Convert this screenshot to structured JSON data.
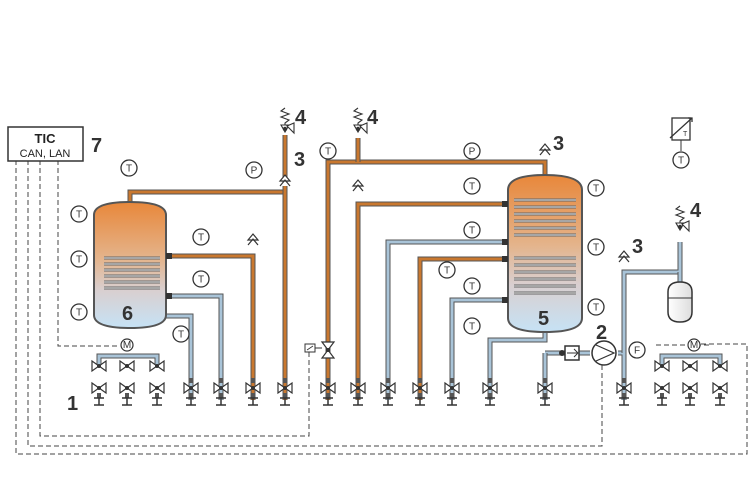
{
  "controller": {
    "name": "TIC",
    "bus": "CAN, LAN",
    "number": "7"
  },
  "numbers": {
    "n1": "1",
    "n2": "2",
    "n3": "3",
    "n4": "4",
    "n5": "5",
    "n6": "6"
  },
  "sensor_letters": {
    "temperature": "T",
    "pressure": "P",
    "flow": "F",
    "motor": "M"
  },
  "colors": {
    "hot": "#c9782f",
    "cold": "#a9c4d8",
    "pipe_outline": "#555555",
    "tank_top": "#e8873a",
    "tank_bottom": "#cce4f4"
  }
}
